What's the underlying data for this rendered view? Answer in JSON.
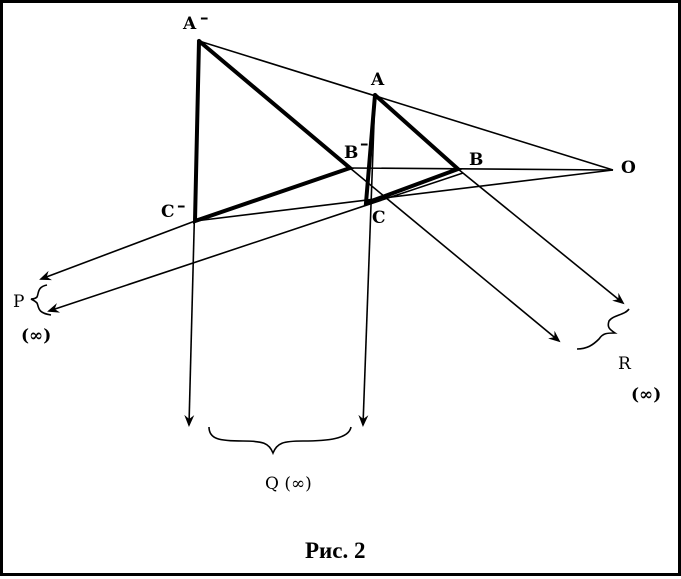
{
  "figure": {
    "points": {
      "a_prime": "A",
      "a": "A",
      "b_prime": "B",
      "b": "B",
      "c_prime": "C",
      "c": "C",
      "o": "O"
    },
    "prime_mark": "–",
    "infinity_labels": {
      "p": "P",
      "p_inf": "(∞)",
      "q": "Q (∞)",
      "r": "R",
      "r_inf": "(∞)"
    },
    "caption": "Рис. 2"
  }
}
